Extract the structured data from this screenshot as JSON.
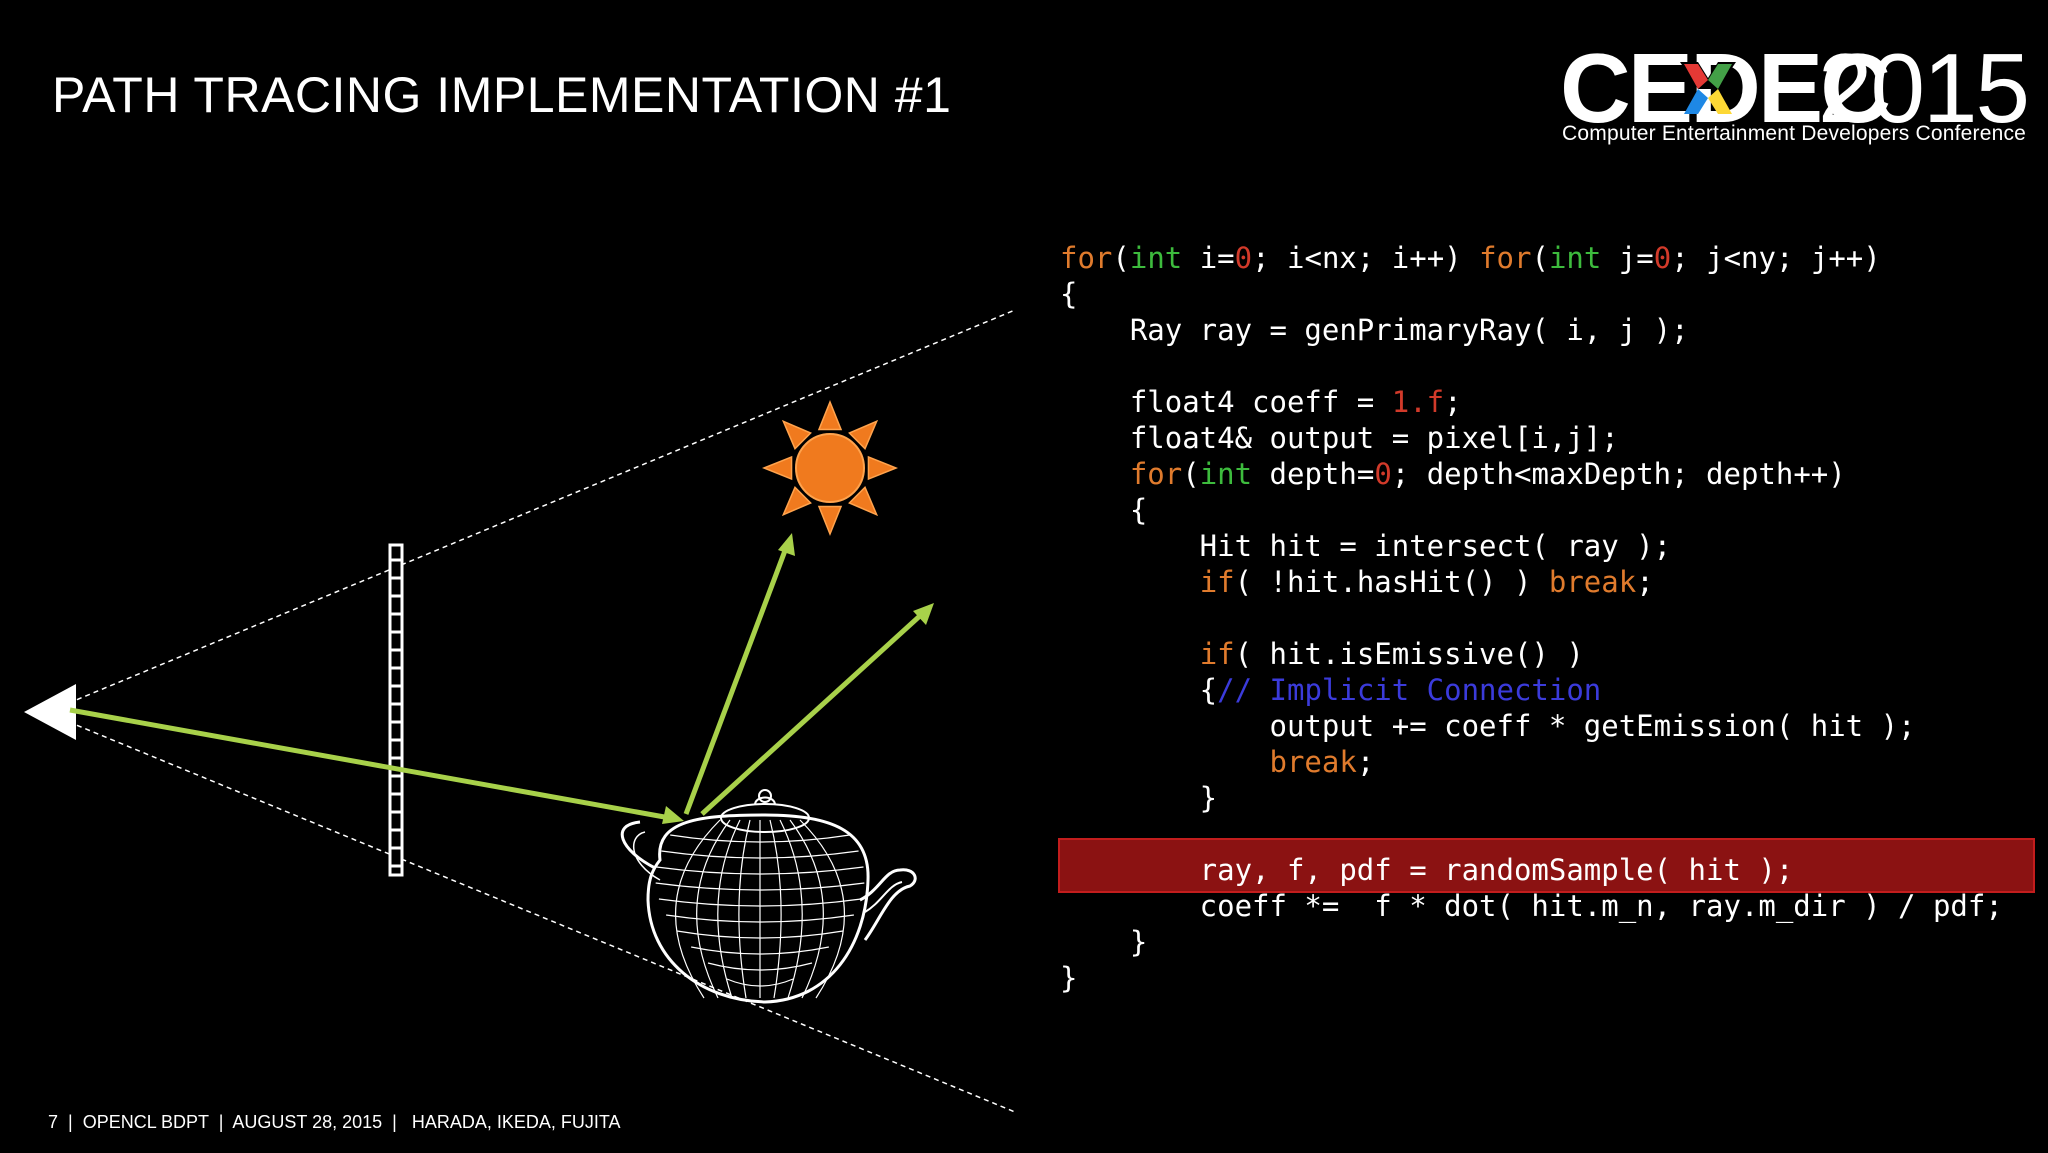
{
  "slide": {
    "title": "PATH TRACING IMPLEMENTATION #1",
    "logo": {
      "word": "CEDEC",
      "year": "2015",
      "subtitle": "Computer Entertainment Developers Conference",
      "x_colors": [
        "#e53935",
        "#43a047",
        "#1e88e5",
        "#fdd835"
      ]
    },
    "code_lines": [
      [
        [
          "kw",
          "for"
        ],
        [
          "p",
          "("
        ],
        [
          "ty",
          "int"
        ],
        [
          "p",
          " i="
        ],
        [
          "num",
          "0"
        ],
        [
          "p",
          "; i<nx; i++) "
        ],
        [
          "kw",
          "for"
        ],
        [
          "p",
          "("
        ],
        [
          "ty",
          "int"
        ],
        [
          "p",
          " j="
        ],
        [
          "num",
          "0"
        ],
        [
          "p",
          "; j<ny; j++)"
        ]
      ],
      [
        [
          "p",
          "{"
        ]
      ],
      [
        [
          "p",
          "    Ray ray = genPrimaryRay( i, j );"
        ]
      ],
      [],
      [
        [
          "p",
          "    float4 coeff = "
        ],
        [
          "num",
          "1.f"
        ],
        [
          "p",
          ";"
        ]
      ],
      [
        [
          "p",
          "    float4& output = pixel[i,j];"
        ]
      ],
      [
        [
          "p",
          "    "
        ],
        [
          "kw",
          "for"
        ],
        [
          "p",
          "("
        ],
        [
          "ty",
          "int"
        ],
        [
          "p",
          " depth="
        ],
        [
          "num",
          "0"
        ],
        [
          "p",
          "; depth<maxDepth; depth++)"
        ]
      ],
      [
        [
          "p",
          "    {"
        ]
      ],
      [
        [
          "p",
          "        Hit hit = intersect( ray );"
        ]
      ],
      [
        [
          "p",
          "        "
        ],
        [
          "kw",
          "if"
        ],
        [
          "p",
          "( !hit.hasHit() ) "
        ],
        [
          "kw",
          "break"
        ],
        [
          "p",
          ";"
        ]
      ],
      [],
      [
        [
          "p",
          "        "
        ],
        [
          "kw",
          "if"
        ],
        [
          "p",
          "( hit.isEmissive() )"
        ]
      ],
      [
        [
          "p",
          "        {"
        ],
        [
          "cm",
          "// Implicit Connection"
        ]
      ],
      [
        [
          "p",
          "            output += coeff * getEmission( hit );"
        ]
      ],
      [
        [
          "p",
          "            "
        ],
        [
          "kw",
          "break"
        ],
        [
          "p",
          ";"
        ]
      ],
      [
        [
          "p",
          "        }"
        ]
      ],
      [],
      [
        [
          "p",
          "        ray, f, pdf = randomSample( hit );"
        ]
      ],
      [
        [
          "p",
          "        coeff *=  f * dot( hit.m_n, ray.m_dir ) / pdf;"
        ]
      ],
      [
        [
          "p",
          "    }"
        ]
      ],
      [
        [
          "p",
          "}"
        ]
      ]
    ],
    "highlighted_line": "ray, f, pdf = randomSample( hit );",
    "footer": "7  |  OPENCL BDPT  |  AUGUST 28, 2015  |   HARADA, IKEDA, FUJITA",
    "colors": {
      "keyword": "#e07b2d",
      "type": "#3dbb3d",
      "number": "#d23a2a",
      "comment": "#3b3bdb",
      "ray_arrow": "#a8d14a",
      "sun": "#f07a1e",
      "highlight": "#8b1212"
    },
    "icons": [
      "camera-icon",
      "image-plane",
      "sun-icon",
      "teapot-icon"
    ]
  }
}
